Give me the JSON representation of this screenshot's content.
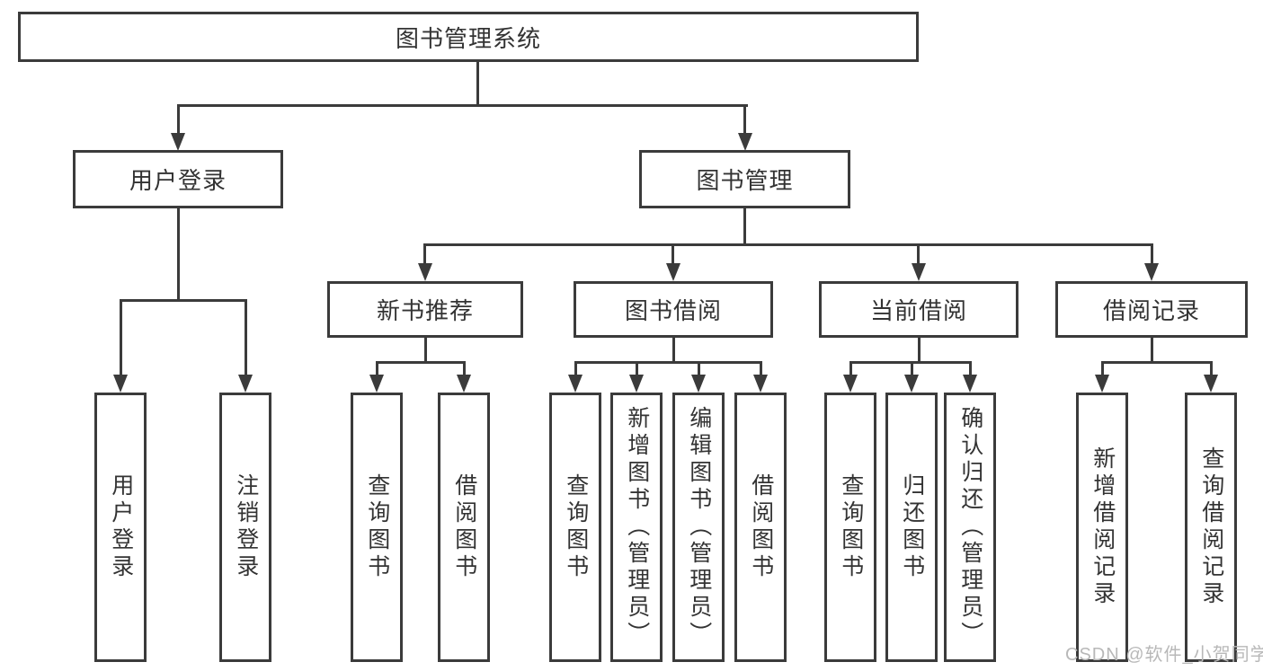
{
  "diagram": {
    "root": {
      "label": "图书管理系统"
    },
    "branches": [
      {
        "label": "用户登录",
        "children": [
          {
            "label": "用户登录"
          },
          {
            "label": "注销登录"
          }
        ]
      },
      {
        "label": "图书管理",
        "children": [
          {
            "label": "新书推荐",
            "children": [
              {
                "label": "查询图书"
              },
              {
                "label": "借阅图书"
              }
            ]
          },
          {
            "label": "图书借阅",
            "children": [
              {
                "label": "查询图书"
              },
              {
                "label": "新增图书（管理员）"
              },
              {
                "label": "编辑图书（管理员）"
              },
              {
                "label": "借阅图书"
              }
            ]
          },
          {
            "label": "当前借阅",
            "children": [
              {
                "label": "查询图书"
              },
              {
                "label": "归还图书"
              },
              {
                "label": "确认归还（管理员）"
              }
            ]
          },
          {
            "label": "借阅记录",
            "children": [
              {
                "label": "新增借阅记录"
              },
              {
                "label": "查询借阅记录"
              }
            ]
          }
        ]
      }
    ]
  },
  "watermark": {
    "text": "CSDN @软件_小贺同学"
  },
  "colors": {
    "line": "#3b3b3b",
    "text": "#333333",
    "watermark": "#b8b8b8",
    "background": "#ffffff"
  }
}
